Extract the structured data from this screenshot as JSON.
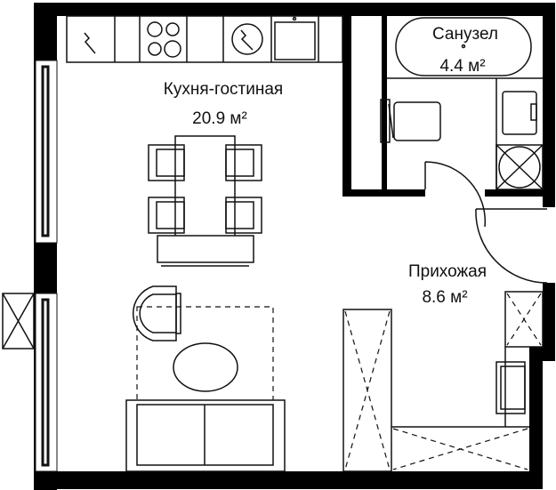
{
  "rooms": [
    {
      "name": "Кухня-гостиная",
      "area": "20.9 м²"
    },
    {
      "name": "Санузел",
      "area": "4.4 м²"
    },
    {
      "name": "Прихожая",
      "area": "8.6 м²"
    }
  ],
  "colors": {
    "wall": "#000000",
    "line": "#111111",
    "background": "#ffffff"
  }
}
